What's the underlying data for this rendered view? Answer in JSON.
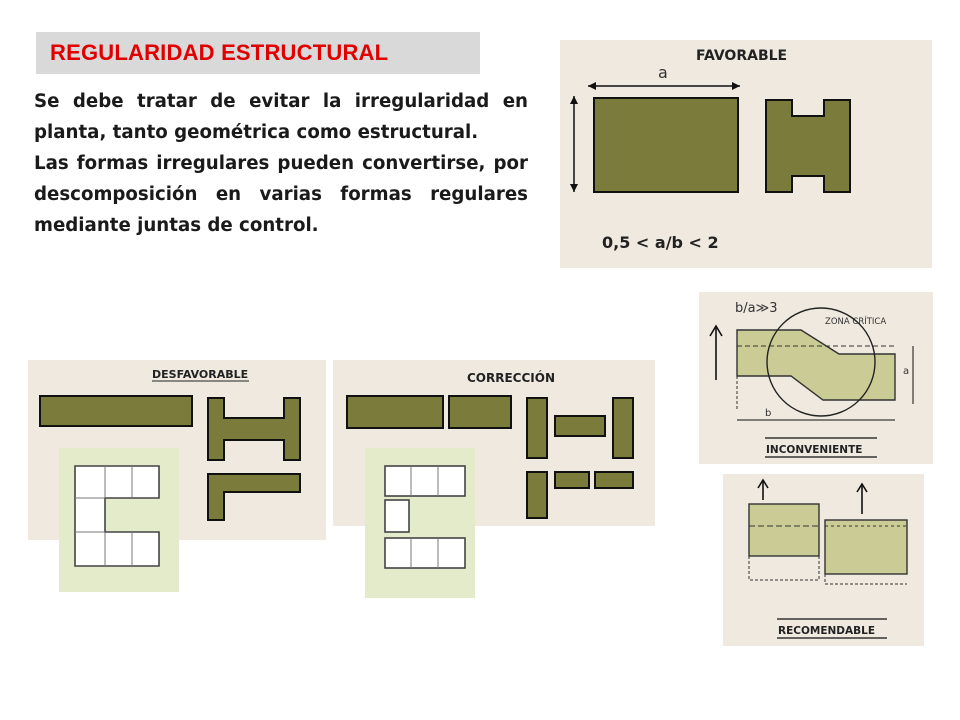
{
  "slide": {
    "title": "REGULARIDAD ESTRUCTURAL",
    "paragraph_1": "Se debe tratar de evitar la irregularidad en planta, tanto geométrica como estructural.",
    "paragraph_2": "Las formas irregulares pueden convertirse, por descomposición en varias formas regulares mediante juntas de control."
  },
  "favorable_panel": {
    "heading": "FAVORABLE",
    "dimension_label": "a",
    "ratio_text": "0,5 < a/b < 2"
  },
  "desfavorable_panel": {
    "heading": "DESFAVORABLE"
  },
  "correccion_panel": {
    "heading": "CORRECCIÓN"
  },
  "inconveniente_panel": {
    "ratio_label": "b/a≫3",
    "zone_label": "ZONA CRÍTICA",
    "dim_a": "a",
    "dim_b": "b",
    "caption": "INCONVENIENTE"
  },
  "recomendable_panel": {
    "caption": "RECOMENDABLE"
  },
  "colors": {
    "title_text": "#e00000",
    "title_bg": "#d9d9d9",
    "shape_fill": "#7b7b3b",
    "panel_bg": "#efe9df",
    "grid_bg": "#e3ebcb",
    "plan_fill": "#cbcc95"
  }
}
